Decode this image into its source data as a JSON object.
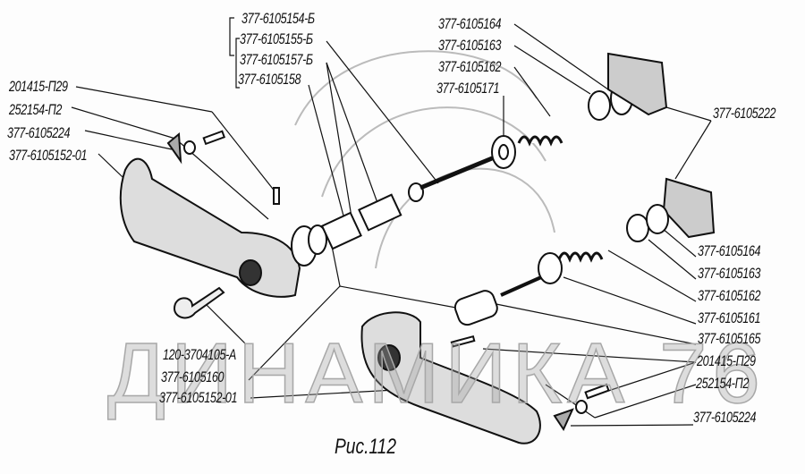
{
  "figure": {
    "caption": "Рис.112",
    "watermark": "ДИНАМИКА 76",
    "labels_top_center": [
      "377-6105154-Б",
      "377-6105155-Б",
      "377-6105157-Б",
      "377-6105158"
    ],
    "labels_top_left": [
      "201415-П29",
      "252154-П2",
      "377-6105224",
      "377-6105152-01"
    ],
    "labels_top_right": [
      "377-6105164",
      "377-6105163",
      "377-6105162",
      "377-6105171"
    ],
    "label_gasket": "377-6105222",
    "labels_right": [
      "377-6105164",
      "377-6105163",
      "377-6105162",
      "377-6105161",
      "377-6105165",
      "201415-П29",
      "252154-П2",
      "377-6105224"
    ],
    "labels_bottom_left": [
      "120-3704105-А",
      "377-6105160",
      "377-6105152-01"
    ]
  },
  "colors": {
    "ink": "#111111",
    "watermark": "#bdbdbd"
  }
}
